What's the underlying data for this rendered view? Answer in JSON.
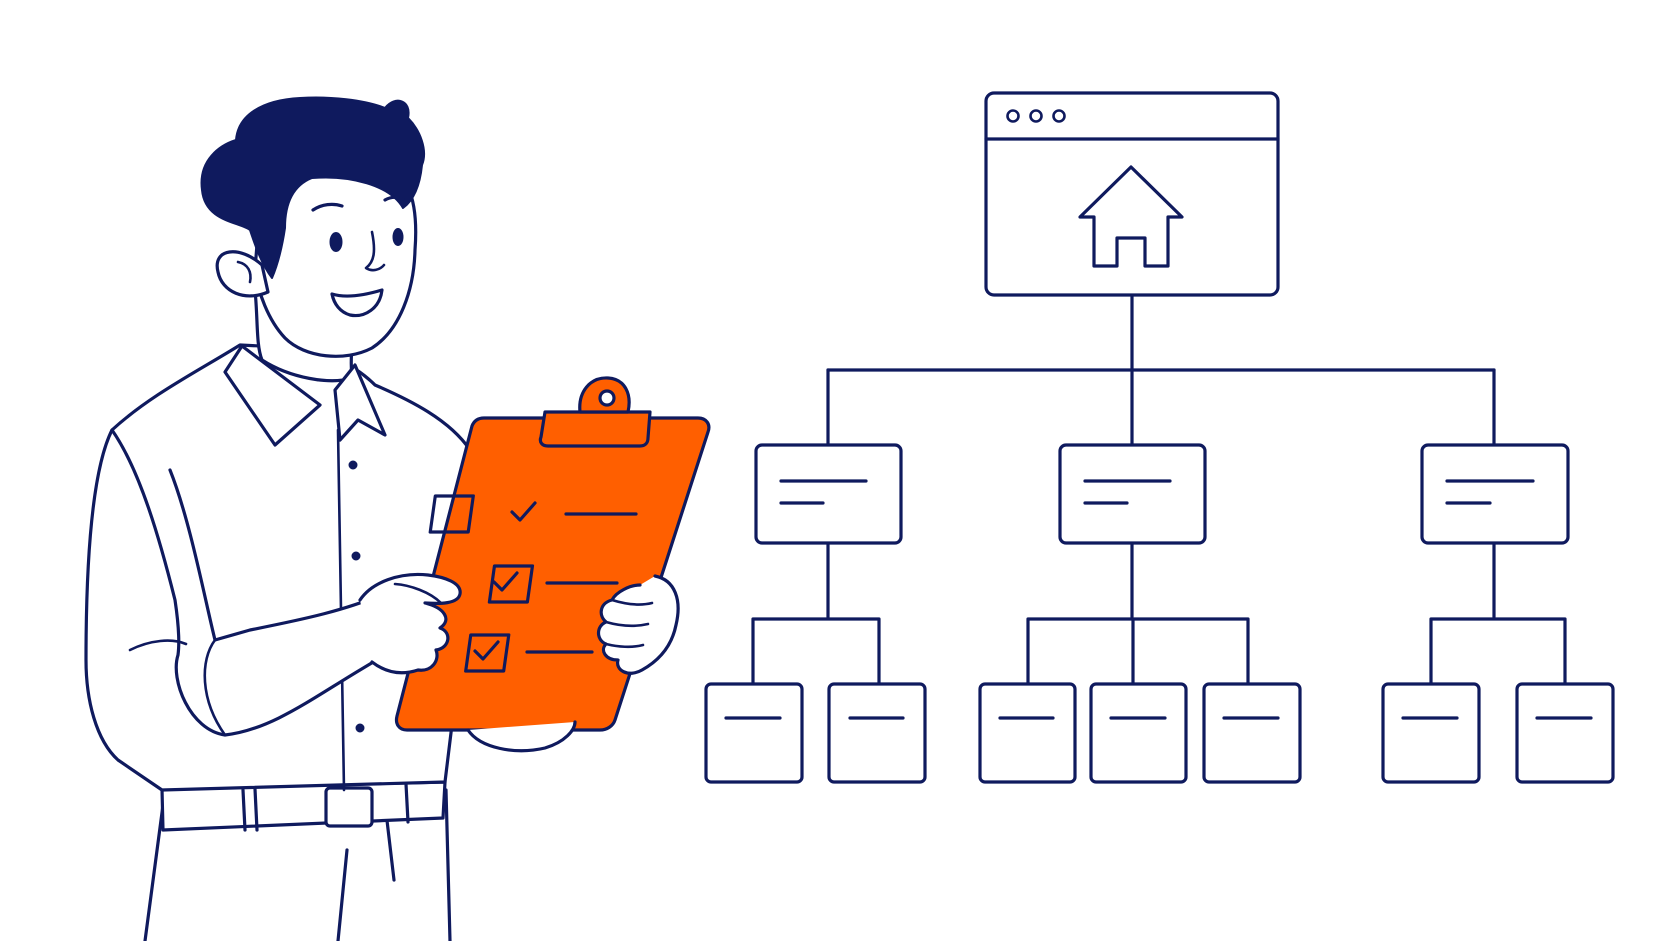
{
  "colors": {
    "ink": "#0f1a5e",
    "accent": "#ff5f00",
    "background": "#ffffff"
  },
  "icons": {
    "root": "browser-window-home-icon",
    "checklist": "clipboard-checklist-icon"
  },
  "sitemap": {
    "root": "homepage",
    "branches": [
      {
        "children": 2
      },
      {
        "children": 3
      },
      {
        "children": 2
      }
    ]
  },
  "checklist": {
    "items": [
      {
        "checked": true
      },
      {
        "checked": true
      },
      {
        "checked": true
      }
    ]
  }
}
